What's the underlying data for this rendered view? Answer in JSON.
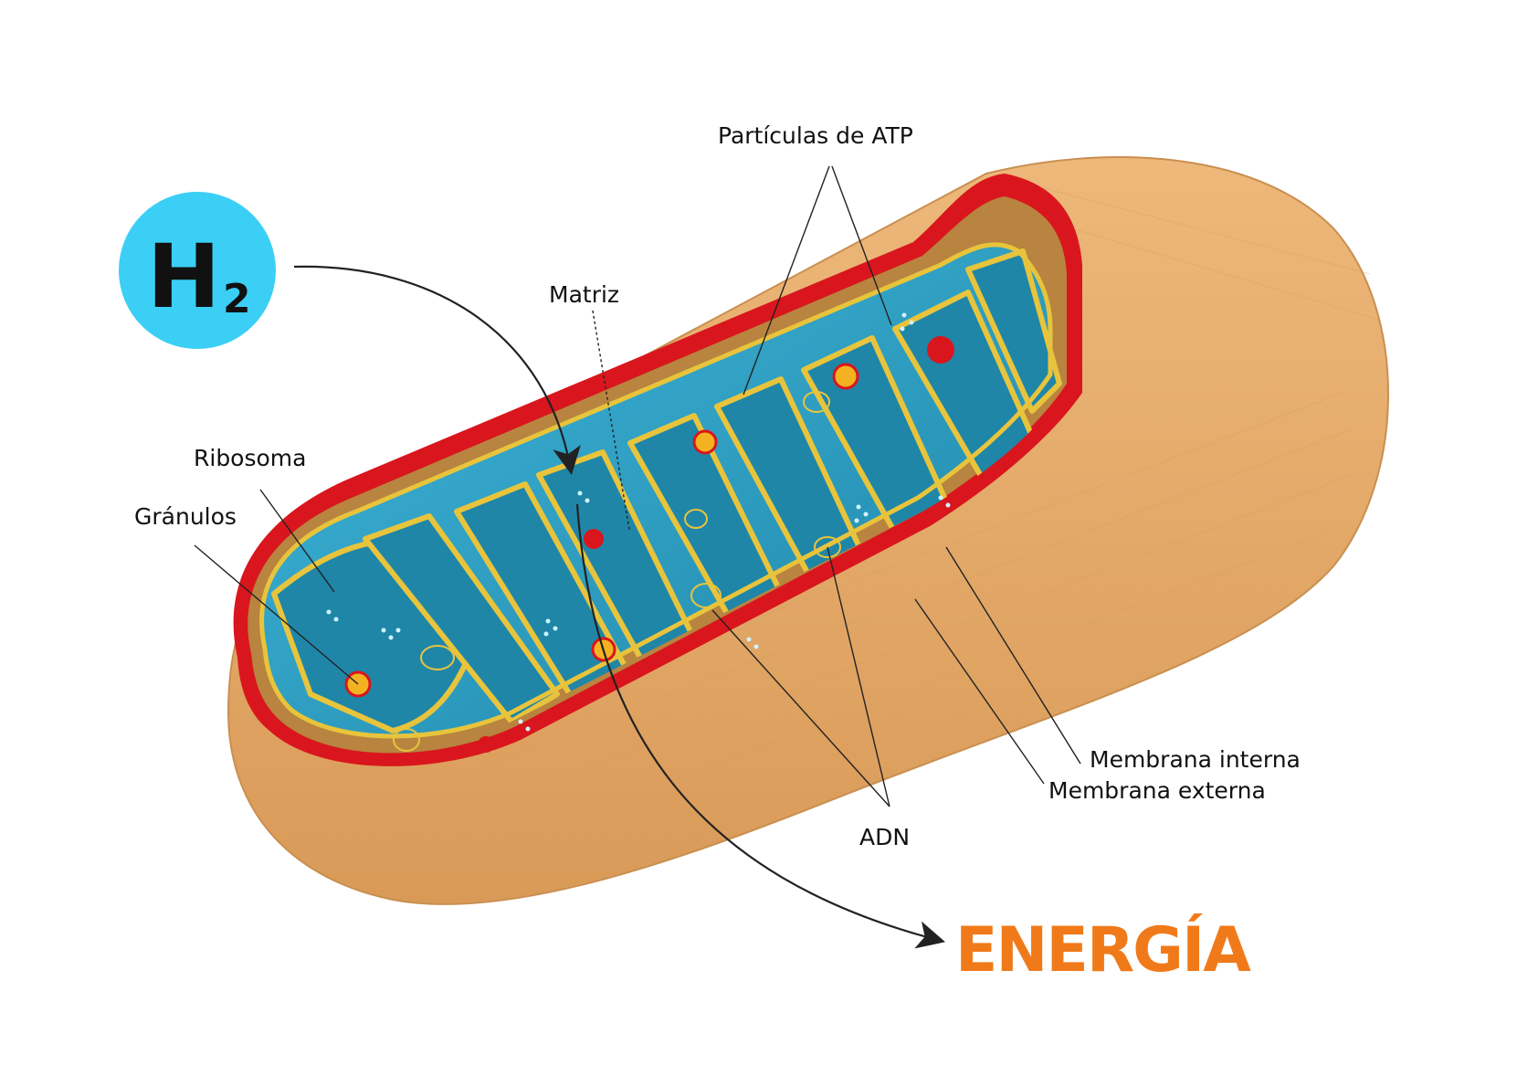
{
  "colors": {
    "body": "#E4A968",
    "body_shade": "#C98F50",
    "outer_membrane": "#D9161D",
    "matrix": "#2EA3C8",
    "inner_membrane": "#E8C43C",
    "h2_circle": "#3BCFF5",
    "energy_text": "#F07A1A",
    "arrow": "#222222"
  },
  "molecule": {
    "symbol": "H",
    "subscript": "2"
  },
  "labels": {
    "atp": "Partículas de ATP",
    "matrix": "Matriz",
    "ribosome": "Ribosoma",
    "granules": "Gránulos",
    "inner_membrane": "Membrana interna",
    "outer_membrane": "Membrana externa",
    "dna": "ADN"
  },
  "output": {
    "text": "ENERGÍA"
  }
}
